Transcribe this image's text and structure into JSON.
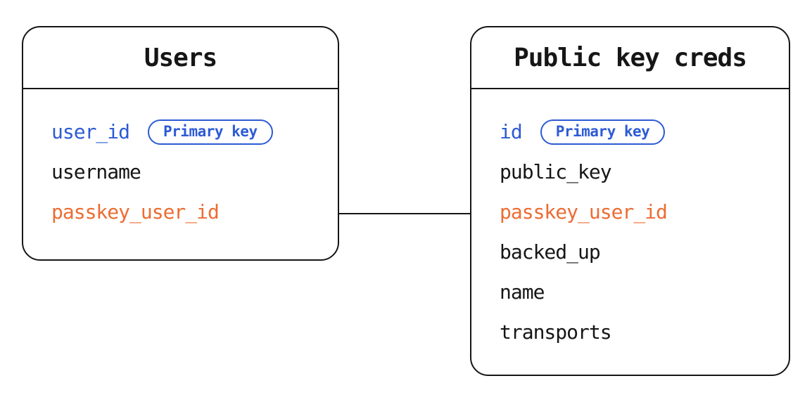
{
  "colors": {
    "line": "#161616",
    "text": "#161616",
    "primary_key_blue": "#2d5bd4",
    "foreign_key_orange": "#ed6c33",
    "background": "#ffffff"
  },
  "tables": [
    {
      "title": "Users",
      "fields": [
        {
          "name": "user_id",
          "role": "pk",
          "badge": "Primary key"
        },
        {
          "name": "username",
          "role": "plain",
          "badge": null
        },
        {
          "name": "passkey_user_id",
          "role": "fk",
          "badge": null
        }
      ]
    },
    {
      "title": "Public key creds",
      "fields": [
        {
          "name": "id",
          "role": "pk",
          "badge": "Primary key"
        },
        {
          "name": "public_key",
          "role": "plain",
          "badge": null
        },
        {
          "name": "passkey_user_id",
          "role": "fk",
          "badge": null
        },
        {
          "name": "backed_up",
          "role": "plain",
          "badge": null
        },
        {
          "name": "name",
          "role": "plain",
          "badge": null
        },
        {
          "name": "transports",
          "role": "plain",
          "badge": null
        }
      ]
    }
  ],
  "connector": {
    "from_table": "Users",
    "from_field": "passkey_user_id",
    "to_table": "Public key creds",
    "to_field": "passkey_user_id"
  }
}
